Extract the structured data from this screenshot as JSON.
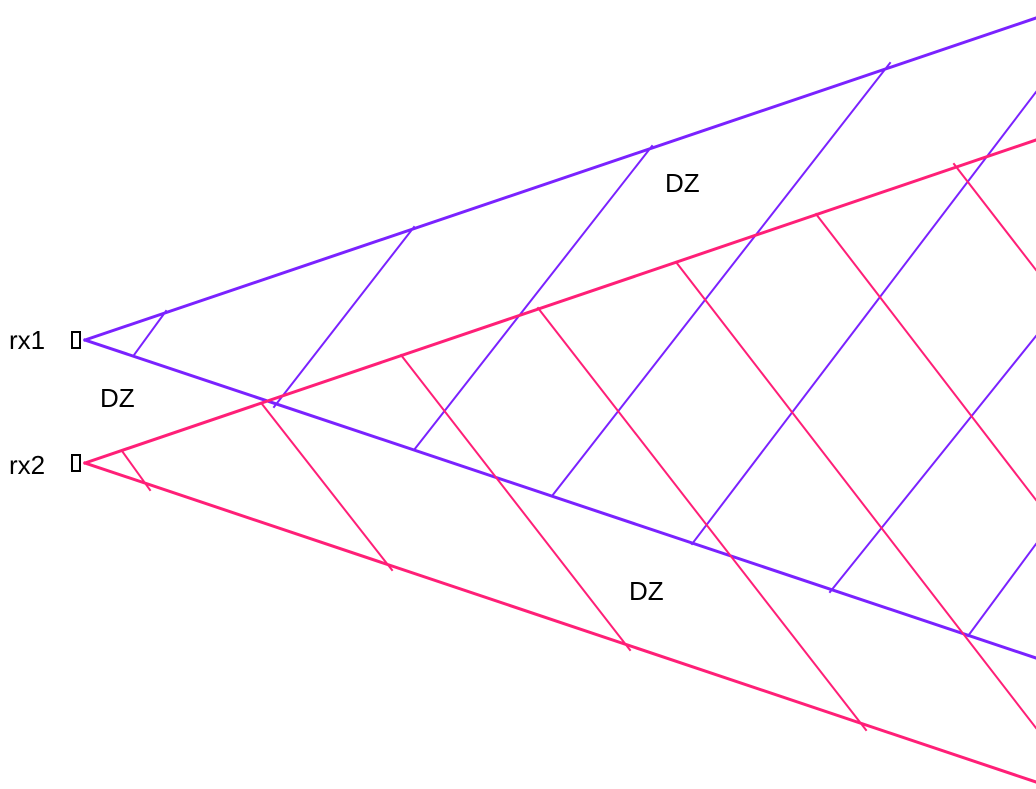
{
  "receivers": [
    {
      "id": "rx1",
      "label": "rx1",
      "color": "#7a22ff"
    },
    {
      "id": "rx2",
      "label": "rx2",
      "color": "#ff1f77"
    }
  ],
  "dead_zones": [
    {
      "label": "DZ"
    },
    {
      "label": "DZ"
    },
    {
      "label": "DZ"
    }
  ],
  "colors": {
    "rx1_lines": "#7a22ff",
    "rx2_lines": "#ff1f77",
    "text": "#000000",
    "background": "#ffffff"
  },
  "icons": {
    "receiver": "receiver-box-icon"
  }
}
